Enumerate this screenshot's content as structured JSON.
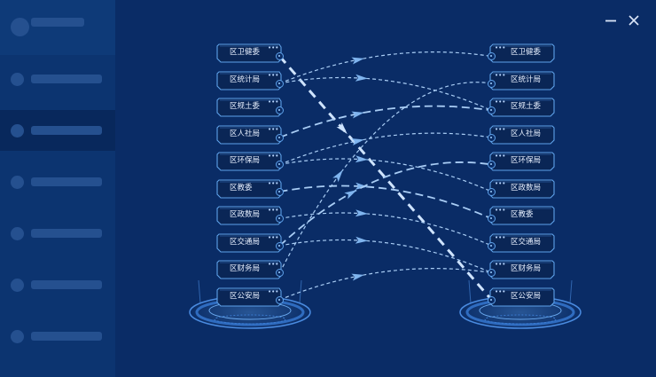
{
  "window": {
    "minimize_icon": "minimize-icon",
    "close_icon": "close-icon"
  },
  "colors": {
    "background": "#0a2c66",
    "sidebar": "#0c3470",
    "node_border": "#5fa2ea",
    "link": "#a9cdf5",
    "highlight_link": "#cfe4ff"
  },
  "left_nodes": [
    {
      "label": "区卫健委"
    },
    {
      "label": "区统计局"
    },
    {
      "label": "区规土委"
    },
    {
      "label": "区人社局"
    },
    {
      "label": "区环保局"
    },
    {
      "label": "区教委"
    },
    {
      "label": "区政数局"
    },
    {
      "label": "区交通局"
    },
    {
      "label": "区财务局"
    },
    {
      "label": "区公安局"
    }
  ],
  "right_nodes": [
    {
      "label": "区卫健委"
    },
    {
      "label": "区统计局"
    },
    {
      "label": "区规土委"
    },
    {
      "label": "区人社局"
    },
    {
      "label": "区环保局"
    },
    {
      "label": "区政数局"
    },
    {
      "label": "区教委"
    },
    {
      "label": "区交通局"
    },
    {
      "label": "区财务局"
    },
    {
      "label": "区公安局"
    }
  ],
  "links": [
    {
      "from": 0,
      "to": 9,
      "highlight": true
    },
    {
      "from": 1,
      "to": 0
    },
    {
      "from": 1,
      "to": 2
    },
    {
      "from": 3,
      "to": 2
    },
    {
      "from": 4,
      "to": 3
    },
    {
      "from": 4,
      "to": 5
    },
    {
      "from": 5,
      "to": 6
    },
    {
      "from": 6,
      "to": 7
    },
    {
      "from": 7,
      "to": 8
    },
    {
      "from": 7,
      "to": 4
    },
    {
      "from": 8,
      "to": 1
    },
    {
      "from": 9,
      "to": 8
    }
  ]
}
